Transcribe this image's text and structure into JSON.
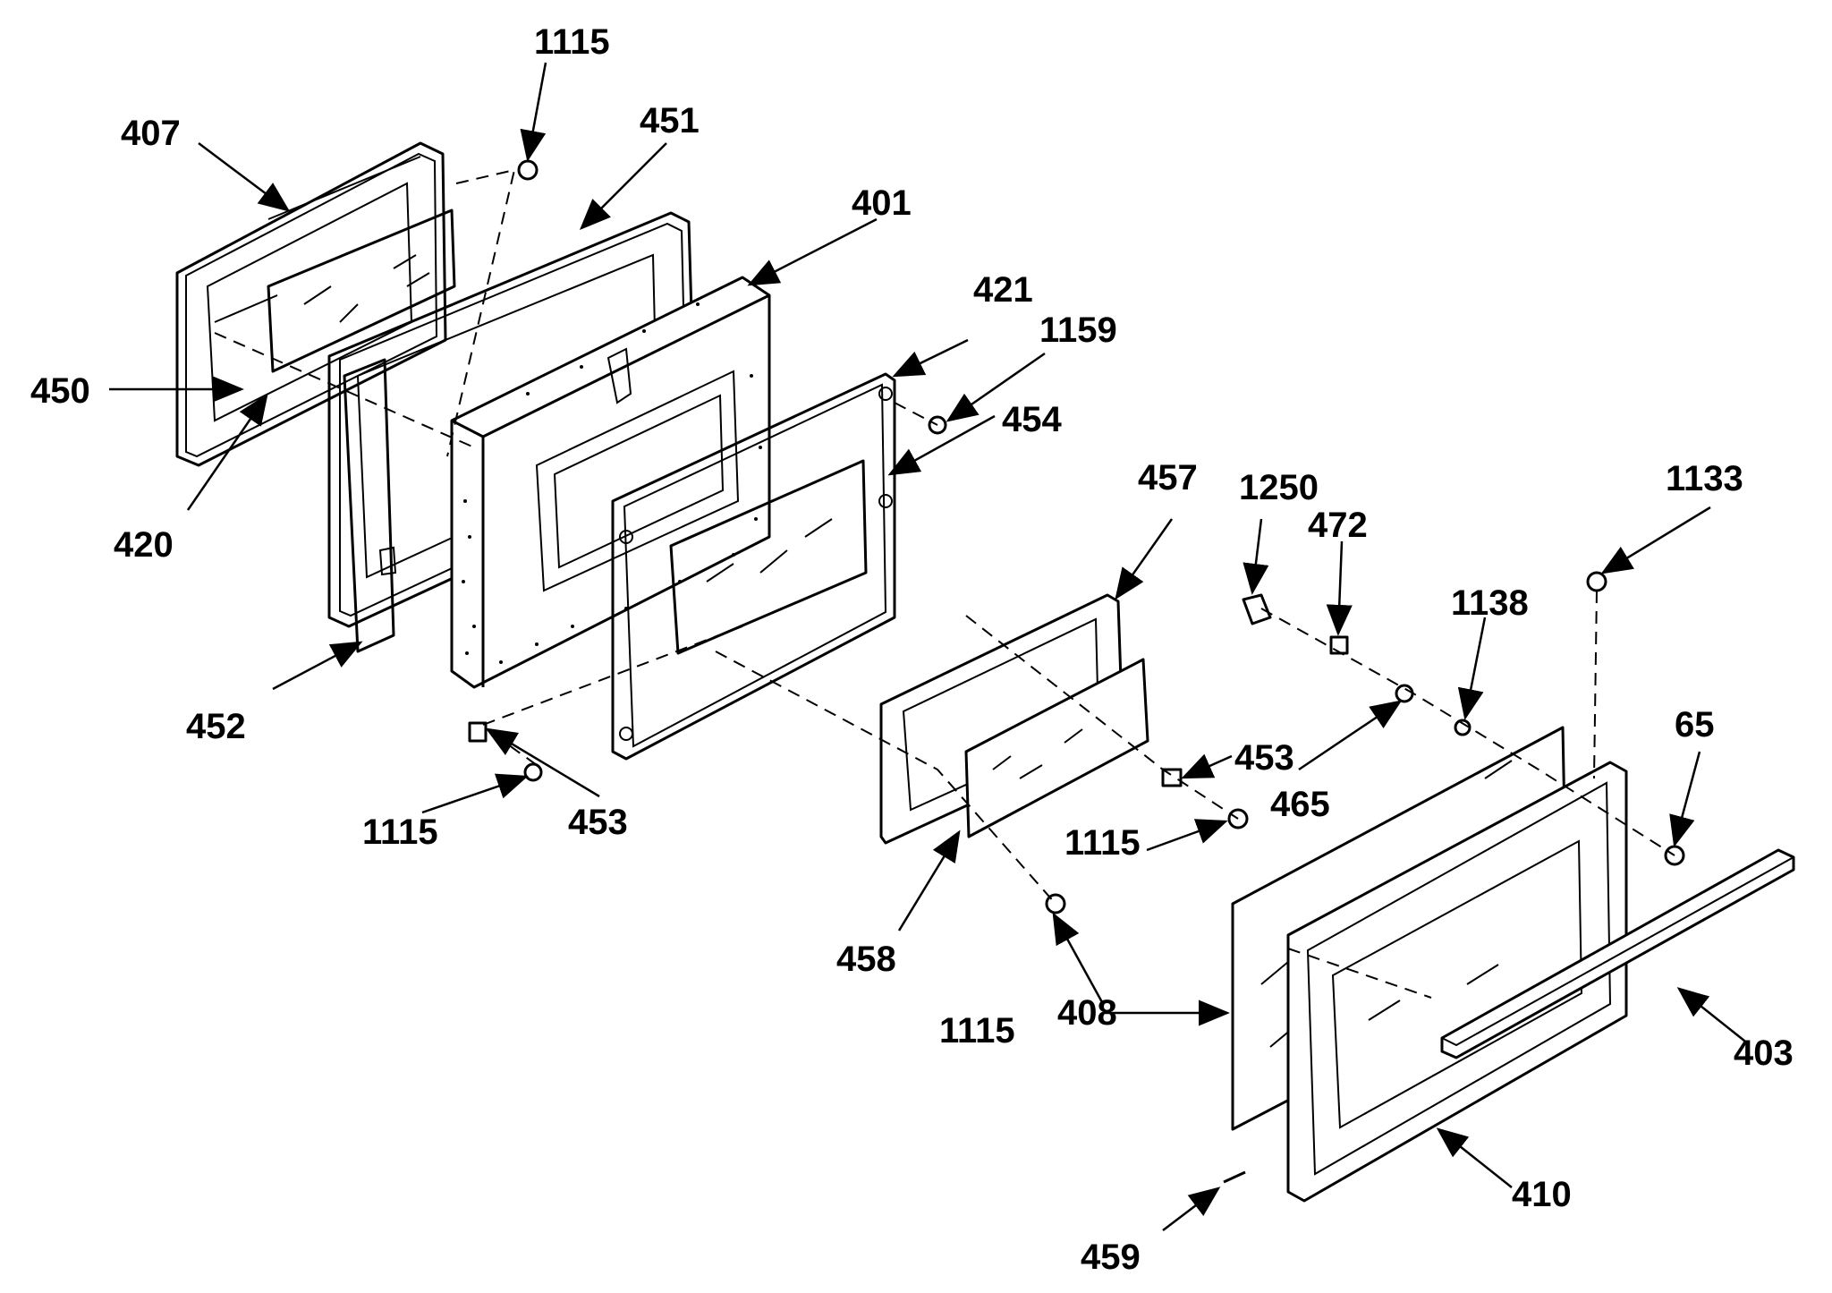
{
  "labels": {
    "p1115_top": "1115",
    "p451": "451",
    "p407": "407",
    "p401": "401",
    "p421": "421",
    "p1159": "1159",
    "p450": "450",
    "p454": "454",
    "p420": "420",
    "p457": "457",
    "p1250": "1250",
    "p472": "472",
    "p1133": "1133",
    "p1138": "1138",
    "p452": "452",
    "p65": "65",
    "p453_right": "453",
    "p465": "465",
    "p1115_left": "1115",
    "p453_left": "453",
    "p1115_mid": "1115",
    "p458": "458",
    "p408": "408",
    "p1115_bottom": "1115",
    "p403": "403",
    "p410": "410",
    "p459": "459"
  }
}
